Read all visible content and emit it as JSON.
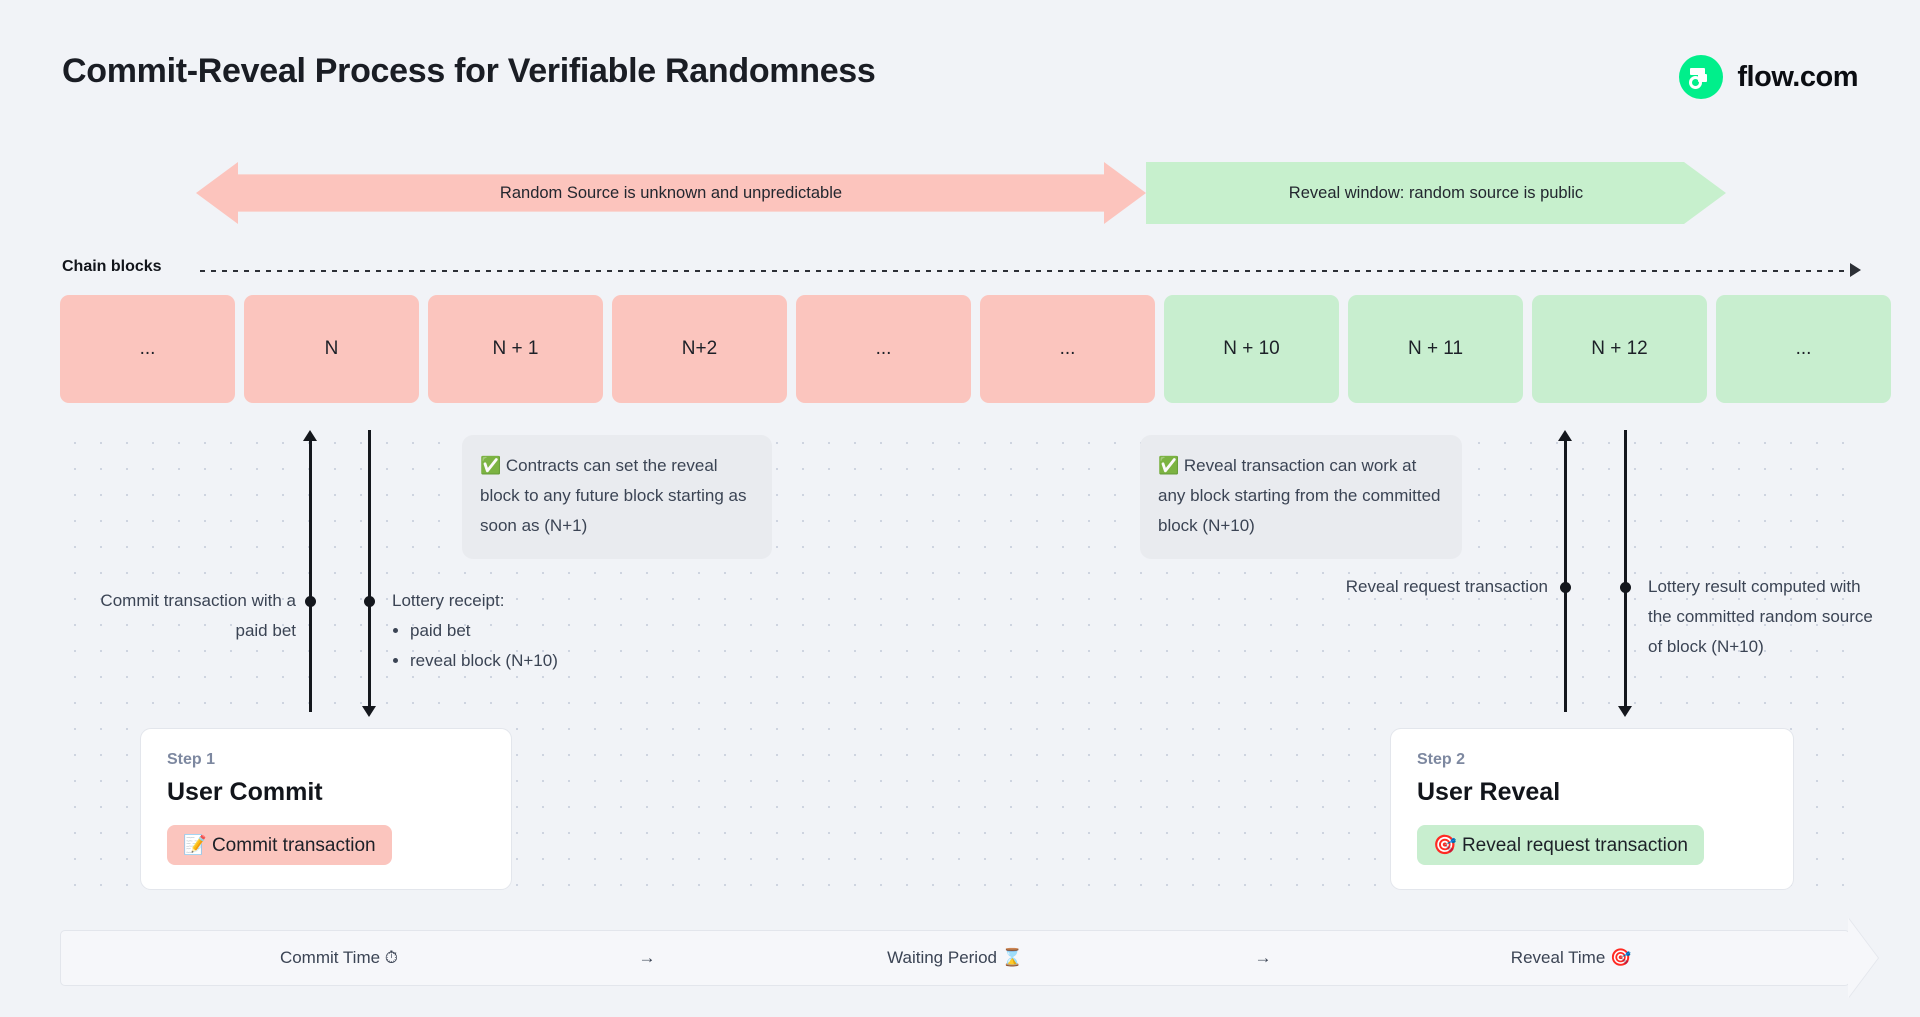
{
  "header": {
    "title": "Commit-Reveal Process for Verifiable Randomness",
    "logo_text": "flow.com",
    "logo_icon": "flow-logo-icon",
    "brand_color": "#00ef8b"
  },
  "banners": [
    {
      "label": "Random Source is unknown and unpredictable",
      "color": "#fcc4bd",
      "direction": "both"
    },
    {
      "label": "Reveal window: random source is public",
      "color": "#c7f0cd",
      "direction": "right"
    }
  ],
  "chain": {
    "label": "Chain blocks",
    "axis_icon": "arrow-right-icon",
    "blocks": [
      {
        "label": "...",
        "state": "pink"
      },
      {
        "label": "N",
        "state": "pink"
      },
      {
        "label": "N + 1",
        "state": "pink"
      },
      {
        "label": "N+2",
        "state": "pink"
      },
      {
        "label": "...",
        "state": "pink"
      },
      {
        "label": "...",
        "state": "pink"
      },
      {
        "label": "N + 10",
        "state": "green"
      },
      {
        "label": "N + 11",
        "state": "green"
      },
      {
        "label": "N + 12",
        "state": "green"
      },
      {
        "label": "...",
        "state": "green"
      }
    ],
    "colors": {
      "pink": "#fbc5be",
      "green": "#c8eecf"
    }
  },
  "notes": {
    "commit": {
      "icon": "check-mark-icon",
      "text": "Contracts can set the reveal block to any future block starting as soon as (N+1)"
    },
    "reveal": {
      "icon": "check-mark-icon",
      "text": "Reveal transaction can work at any block starting from the committed block (N+10)"
    }
  },
  "annotations": {
    "commit_tx": "Commit transaction with a paid bet",
    "receipt_title": "Lottery receipt:",
    "receipt_items": [
      "paid bet",
      "reveal block (N+10)"
    ],
    "reveal_request": "Reveal request transaction",
    "lottery_result": "Lottery result computed with the committed random source of block (N+10)"
  },
  "steps": [
    {
      "kicker": "Step 1",
      "title": "User Commit",
      "chip": "Commit transaction",
      "chip_icon": "memo-icon",
      "chip_color": "#fbc5be"
    },
    {
      "kicker": "Step 2",
      "title": "User Reveal",
      "chip": "Reveal request transaction",
      "chip_icon": "target-icon",
      "chip_color": "#c8eecf"
    }
  ],
  "timeline": {
    "segments": [
      {
        "label": "Commit Time",
        "icon": "stopwatch-icon"
      },
      {
        "label": "Waiting Period",
        "icon": "hourglass-icon"
      },
      {
        "label": "Reveal Time",
        "icon": "target-icon"
      }
    ],
    "separator": "→"
  }
}
